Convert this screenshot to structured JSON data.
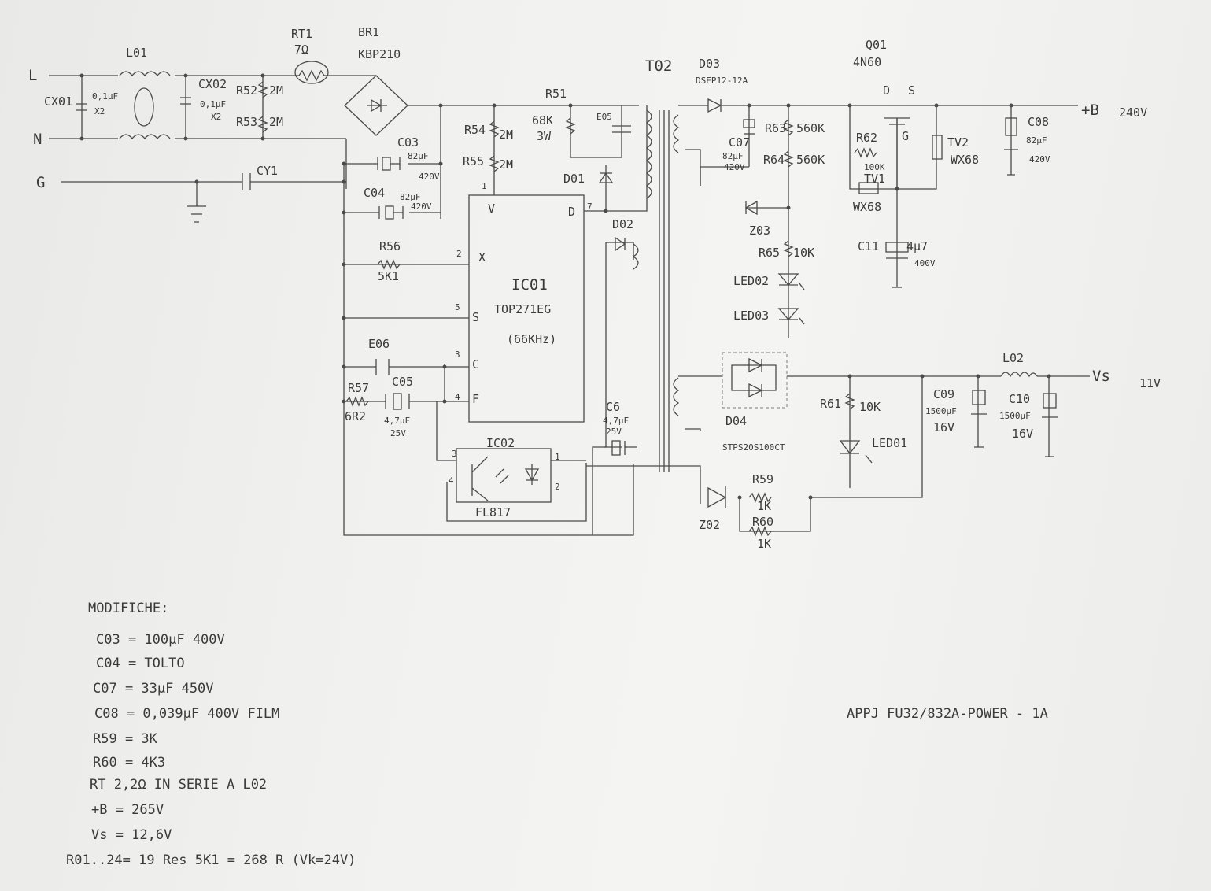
{
  "nets": {
    "line": "L",
    "neutral": "N",
    "ground": "G",
    "hv_rail": "+B",
    "hv_value": "240V",
    "lv_rail": "Vs",
    "lv_value": "11V"
  },
  "components": {
    "l01": "L01",
    "cx01": "CX01",
    "cx01_val": "0,1µF",
    "cx01_cls": "X2",
    "cx02": "CX02",
    "cx02_val": "0,1µF",
    "cx02_cls": "X2",
    "r52": "R52",
    "r52_val": "2M",
    "r53": "R53",
    "r53_val": "2M",
    "rt1": "RT1",
    "rt1_val": "7Ω",
    "br1": "BR1",
    "br1_val": "KBP210",
    "cy1": "CY1",
    "c03": "C03",
    "c03_val": "82µF",
    "c03_v": "420V",
    "c04": "C04",
    "c04_val": "82µF",
    "c04_v": "420V",
    "r54": "R54",
    "r54_val": "2M",
    "r55": "R55",
    "r55_val": "2M",
    "r51": "R51",
    "r51_val": "68K",
    "r51_w": "3W",
    "e05": "E05",
    "d01": "D01",
    "d02": "D02",
    "r56": "R56",
    "r56_val": "5K1",
    "e06": "E06",
    "r57": "R57",
    "r57_val": "6R2",
    "c05": "C05",
    "c05_val": "4,7µF",
    "c05_v": "25V",
    "c6": "C6",
    "c6_val": "4,7µF",
    "c6_v": "25V",
    "ic01": "IC01",
    "ic01_part": "TOP271EG",
    "ic01_freq": "(66KHz)",
    "ic02": "IC02",
    "ic02_part": "FL817",
    "t02": "T02",
    "d03": "D03",
    "d03_part": "DSEP12-12A",
    "c07": "C07",
    "c07_val": "82µF",
    "c07_v": "420V",
    "r63": "R63",
    "r63_val": "560K",
    "r64": "R64",
    "r64_val": "560K",
    "z03": "Z03",
    "r65": "R65",
    "r65_val": "10K",
    "led02": "LED02",
    "led03": "LED03",
    "q01": "Q01",
    "q01_part": "4N60",
    "r62": "R62",
    "r62_val": "100K",
    "tv1": "TV1",
    "tv1_val": "WX68",
    "tv2": "TV2",
    "tv2_val": "WX68",
    "c08": "C08",
    "c08_val": "82µF",
    "c08_v": "420V",
    "c11": "C11",
    "c11_val": "4µ7",
    "c11_v": "400V",
    "d04": "D04",
    "d04_part": "STPS20S100CT",
    "r61": "R61",
    "r61_val": "10K",
    "led01": "LED01",
    "c09": "C09",
    "c09_val": "1500µF",
    "c09_v": "16V",
    "c10": "C10",
    "c10_val": "1500µF",
    "c10_v": "16V",
    "l02": "L02",
    "r59": "R59",
    "r59_val": "1K",
    "r60": "R60",
    "r60_val": "1K",
    "z02": "Z02"
  },
  "pins": {
    "v": "V",
    "d": "D",
    "x": "X",
    "s": "S",
    "c": "C",
    "f": "F",
    "g": "G",
    "n1": "1",
    "n2": "2",
    "n3": "3",
    "n4": "4",
    "n5": "5",
    "n7": "7"
  },
  "notes": {
    "title": "MODIFICHE:",
    "lines": [
      "C03 = 100µF 400V",
      "C04 = TOLTO",
      "C07 = 33µF 450V",
      "C08 = 0,039µF 400V FILM",
      "R59 = 3K",
      "R60 = 4K3",
      "RT 2,2Ω IN SERIE A L02",
      "+B = 265V",
      "Vs = 12,6V",
      "R01..24= 19 Res 5K1 = 268 R (Vk=24V)"
    ]
  },
  "title_block": "APPJ  FU32/832A-POWER - 1A"
}
